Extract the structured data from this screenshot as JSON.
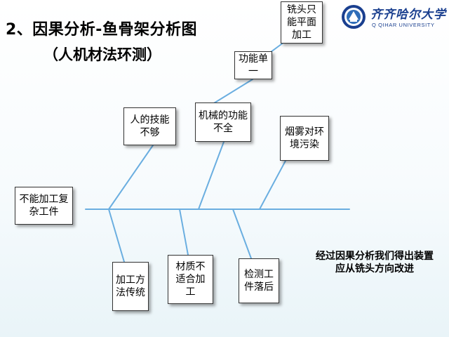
{
  "slide": {
    "title": "2、因果分析-鱼骨架分析图",
    "subtitle": "（人机材法环测）"
  },
  "logo": {
    "name_cn": "齐齐哈尔大学",
    "name_en": "Q QIHAR UNIVERSITY",
    "emblem_icon": "university-emblem-icon"
  },
  "diagram": {
    "effect": "不能加工复杂工件",
    "causes": {
      "man": "人的技能不够",
      "machine": "机械的功能不全",
      "environment": "烟雾对环境污染",
      "method": "加工方法传统",
      "material": "材质不适合加工",
      "measurement": "检测工件落后",
      "machine_sub_function": "功能单一",
      "machine_sub_milling": "铣头只能平面加工"
    }
  },
  "conclusion": "经过因果分析我们得出装置应从铣头方向改进",
  "colors": {
    "line": "#6aaee0",
    "logo_blue": "#1a3f8f"
  }
}
